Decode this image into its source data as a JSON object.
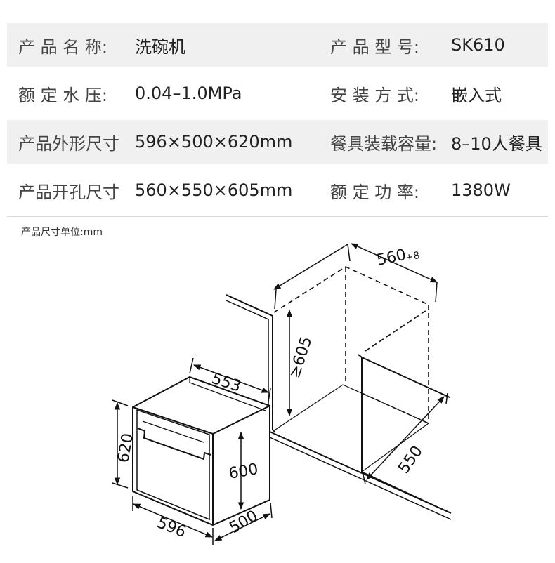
{
  "specs": [
    {
      "label1": "产 品 名 称:",
      "value1": "洗碗机",
      "label2": "产 品 型 号:",
      "value2": "SK610"
    },
    {
      "label1": "额 定 水 压:",
      "value1": "0.04–1.0MPa",
      "label2": "安 装 方 式:",
      "value2": "嵌入式"
    },
    {
      "label1": "产品外形尺寸",
      "value1": "596×500×620mm",
      "label2": "餐具装载容量:",
      "value2": "8–10人餐具"
    },
    {
      "label1": "产品开孔尺寸",
      "value1": "560×550×605mm",
      "label2": "额 定 功 率:",
      "value2": "1380W"
    }
  ],
  "unit_note": "产品尺寸单位:mm",
  "diagram": {
    "dim_width": "596",
    "dim_depth": "500",
    "dim_height_total": "620",
    "dim_height_body": "600",
    "dim_top_width": "553",
    "cabinet_width": "560",
    "cabinet_width_tolerance": "+8",
    "cabinet_height": "≥605",
    "cabinet_depth": "550"
  }
}
